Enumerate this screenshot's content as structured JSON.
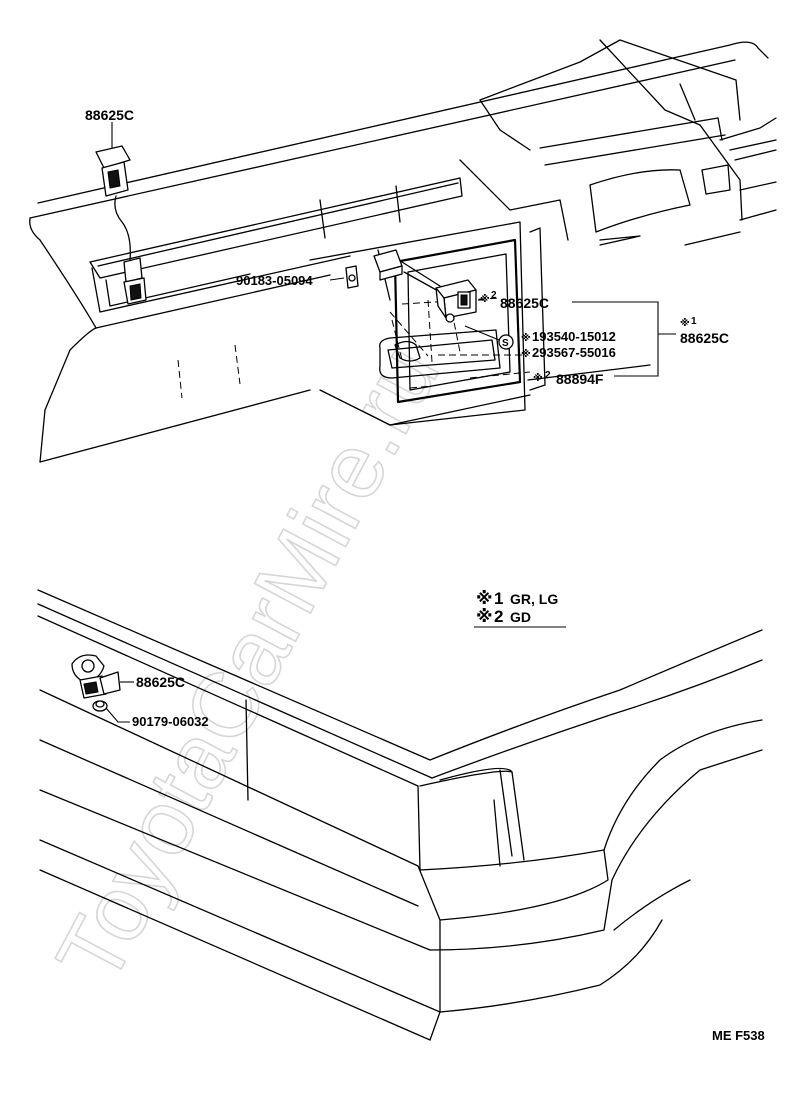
{
  "watermark": "ToyotaCarMire.ru",
  "upper": {
    "sw_top_label": "88625C",
    "nut_label": "90183-05094",
    "unit_star": "2",
    "unit_label": "88625C",
    "group_star": "1",
    "group_label": "88625C",
    "sub1": "193540-15012",
    "sub2": "293567-55016",
    "s_mark": "S",
    "bottom_star": "2",
    "bottom_label": "88894F"
  },
  "legend": {
    "row1_num": "1",
    "row1_text": "GR, LG",
    "row2_num": "2",
    "row2_text": "GD"
  },
  "lower": {
    "sensor_label": "88625C",
    "clip_label": "90179-06032"
  },
  "figure_code": "ME F538"
}
